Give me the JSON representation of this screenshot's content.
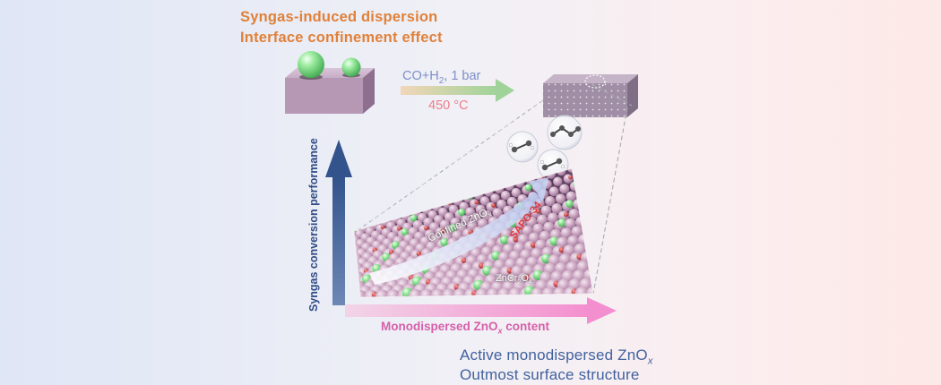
{
  "top_caption": {
    "line1": "Syngas-induced dispersion",
    "line2": "Interface confinement effect"
  },
  "reaction_conditions": {
    "gas": "CO+H",
    "gas_sub": "2",
    "gas_suffix": ", 1 bar",
    "temperature": "450 °C"
  },
  "axes": {
    "y_label": "Syngas conversion performance",
    "x_label": "Monodispersed ZnO",
    "x_label_sub": "x",
    "x_label_suffix": " content"
  },
  "surface_labels": {
    "confined_prefix": "Confined ZnO",
    "confined_sub": "x",
    "sapo": "SAPO-34",
    "znCr_prefix": "ZnCr",
    "znCr_sub1": "2",
    "znCr_mid": "O",
    "znCr_sub2": "4"
  },
  "bottom_caption": {
    "line1_prefix": "Active monodispersed ZnO",
    "line1_sub": "x",
    "line2": "Outmost surface structure"
  },
  "colors": {
    "orange": "#e0813a",
    "navy_arrow": "#3e5f95",
    "pink_arrow": "#f39ad0",
    "green_sphere": "#7ee08a",
    "block_purple": "#b697b4",
    "caption_blue": "#41619e",
    "sapo_red": "#e0393c"
  }
}
